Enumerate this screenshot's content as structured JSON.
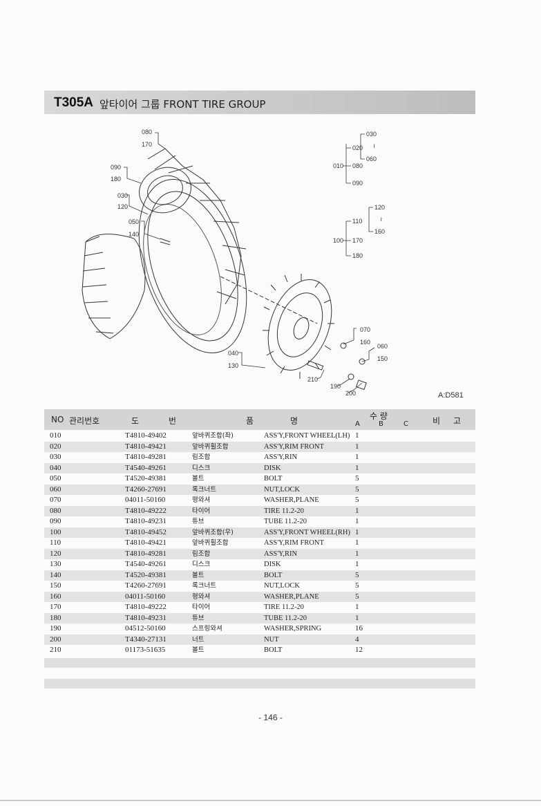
{
  "header": {
    "code": "T305A",
    "title": "앞타이어 그룹 FRONT TIRE GROUP"
  },
  "diagram": {
    "ref": "A:D581",
    "callouts": {
      "c080": "080",
      "c170": "170",
      "c090": "090",
      "c180": "180",
      "c030": "030",
      "c120": "120",
      "c050": "050",
      "c140": "140",
      "c040": "040",
      "c130": "130",
      "c210": "210",
      "c190": "190",
      "c200": "200",
      "c070": "070",
      "c160": "160",
      "c060": "060",
      "c150": "150"
    },
    "tree1": {
      "root": "010",
      "a": "020",
      "b": "030",
      "c": "060",
      "d": "080",
      "e": "090",
      "tilde": "≀"
    },
    "tree2": {
      "root": "100",
      "a": "110",
      "b": "120",
      "c": "160",
      "d": "170",
      "e": "180",
      "tilde": "≀"
    }
  },
  "table": {
    "headers": {
      "no": "NO",
      "mgmt": "관리번호",
      "do": "도",
      "beon": "번",
      "pum": "품",
      "myeong": "명",
      "qty": "수 량",
      "a": "A",
      "b": "B",
      "c": "C",
      "bi": "비",
      "go": "고"
    },
    "rows": [
      {
        "no": "010",
        "part": "T4810-49402",
        "kr": "앞바퀴조합(좌)",
        "en": "ASS'Y,FRONT WHEEL(LH)",
        "qa": "1"
      },
      {
        "no": "020",
        "part": "T4810-49421",
        "kr": "앞바퀴휠조합",
        "en": "ASS'Y,RIM FRONT",
        "qa": "1"
      },
      {
        "no": "030",
        "part": "T4810-49281",
        "kr": "림조합",
        "en": "ASS'Y,RIN",
        "qa": "1"
      },
      {
        "no": "040",
        "part": "T4540-49261",
        "kr": "디스크",
        "en": "DISK",
        "qa": "1"
      },
      {
        "no": "050",
        "part": "T4520-49381",
        "kr": "볼트",
        "en": "BOLT",
        "qa": "5"
      },
      {
        "no": "060",
        "part": "T4260-27691",
        "kr": "록크너트",
        "en": "NUT,LOCK",
        "qa": "5"
      },
      {
        "no": "070",
        "part": "04011-50160",
        "kr": "평와셔",
        "en": "WASHER,PLANE",
        "qa": "5"
      },
      {
        "no": "080",
        "part": "T4810-49222",
        "kr": "타이어",
        "en": "TIRE 11.2-20",
        "qa": "1"
      },
      {
        "no": "090",
        "part": "T4810-49231",
        "kr": "튜브",
        "en": "TUBE 11.2-20",
        "qa": "1"
      },
      {
        "no": "100",
        "part": "T4810-49452",
        "kr": "앞바퀴조합(우)",
        "en": "ASS'Y,FRONT WHEEL(RH)",
        "qa": "1"
      },
      {
        "no": "110",
        "part": "T4810-49421",
        "kr": "앞바퀴휠조합",
        "en": "ASS'Y,RIM FRONT",
        "qa": "1"
      },
      {
        "no": "120",
        "part": "T4810-49281",
        "kr": "림조합",
        "en": "ASS'Y,RIN",
        "qa": "1"
      },
      {
        "no": "130",
        "part": "T4540-49261",
        "kr": "디스크",
        "en": "DISK",
        "qa": "1"
      },
      {
        "no": "140",
        "part": "T4520-49381",
        "kr": "볼트",
        "en": "BOLT",
        "qa": "5"
      },
      {
        "no": "150",
        "part": "T4260-27691",
        "kr": "록크너트",
        "en": "NUT,LOCK",
        "qa": "5"
      },
      {
        "no": "160",
        "part": "04011-50160",
        "kr": "평와셔",
        "en": "WASHER,PLANE",
        "qa": "5"
      },
      {
        "no": "170",
        "part": "T4810-49222",
        "kr": "타이어",
        "en": "TIRE 11.2-20",
        "qa": "1"
      },
      {
        "no": "180",
        "part": "T4810-49231",
        "kr": "튜브",
        "en": "TUBE 11.2-20",
        "qa": "1"
      },
      {
        "no": "190",
        "part": "04512-50160",
        "kr": "스프링와셔",
        "en": "WASHER,SPRING",
        "qa": "16"
      },
      {
        "no": "200",
        "part": "T4340-27131",
        "kr": "너트",
        "en": "NUT",
        "qa": "4"
      },
      {
        "no": "210",
        "part": "01173-51635",
        "kr": "볼트",
        "en": "BOLT",
        "qa": "12"
      }
    ]
  },
  "page_number": "- 146 -"
}
